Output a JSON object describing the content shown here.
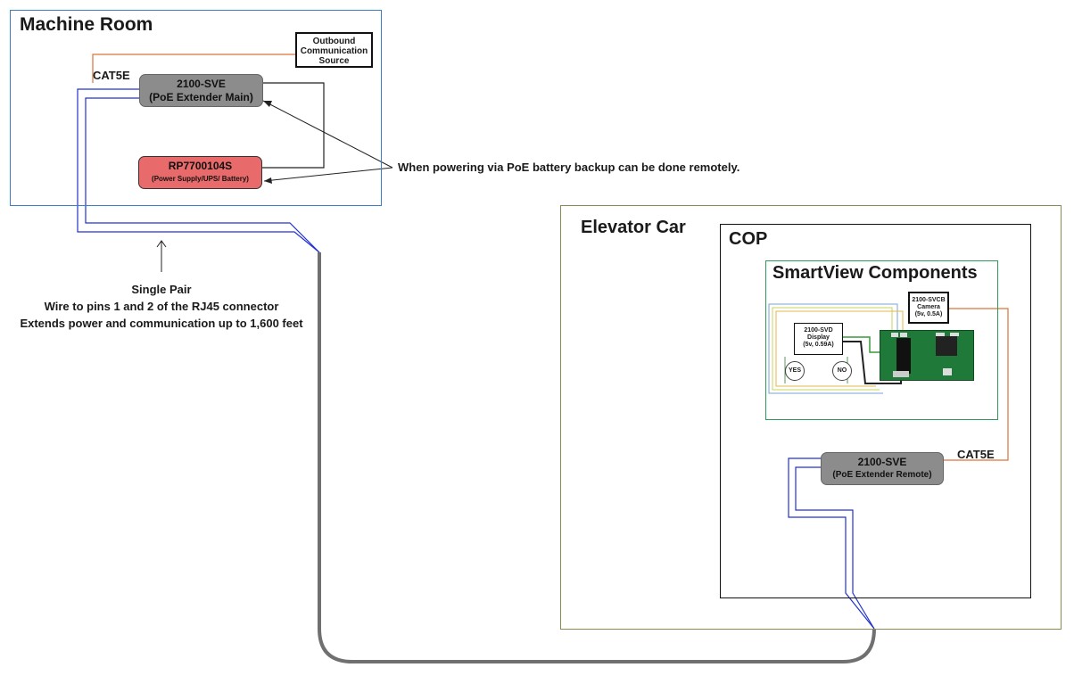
{
  "machine_room": {
    "title": "Machine Room",
    "outbound": {
      "line1": "Outbound",
      "line2": "Communication",
      "line3": "Source"
    },
    "cat5e": "CAT5E",
    "sve_main": {
      "line1": "2100-SVE",
      "line2": "(PoE Extender Main)"
    },
    "power": {
      "line1": "RP7700104S",
      "line2": "(Power Supply/UPS/ Battery)"
    }
  },
  "note_poe": "When powering via PoE battery backup can be done remotely.",
  "single_pair": {
    "line1": "Single Pair",
    "line2": "Wire to pins 1 and 2 of the RJ45 connector",
    "line3": "Extends power and communication up to 1,600 feet"
  },
  "elevator_car": {
    "title": "Elevator Car",
    "cop": {
      "title": "COP",
      "smartview": {
        "title": "SmartView Components",
        "camera": {
          "line1": "2100-SVCB",
          "line2": "Camera",
          "line3": "(5v, 0.5A)"
        },
        "display": {
          "line1": "2100-SVD",
          "line2": "Display",
          "line3": "(5v, 0.59A)"
        },
        "yes_button": "YES",
        "no_button": "NO"
      },
      "cat5e": "CAT5E",
      "sve_remote": {
        "line1": "2100-SVE",
        "line2": "(PoE Extender Remote)"
      }
    }
  },
  "colors": {
    "machine_room_border": "#3b7fc4",
    "elevator_border": "#8a8a55",
    "smartview_border": "#2f9a5a",
    "extender_fill": "#8c8c8c",
    "power_fill": "#e86a6a",
    "cat5e_wire": "#d9733a",
    "pair_wire": "#2233cc",
    "trunk_cable": "#707070",
    "board_green": "#1f7a3a"
  }
}
